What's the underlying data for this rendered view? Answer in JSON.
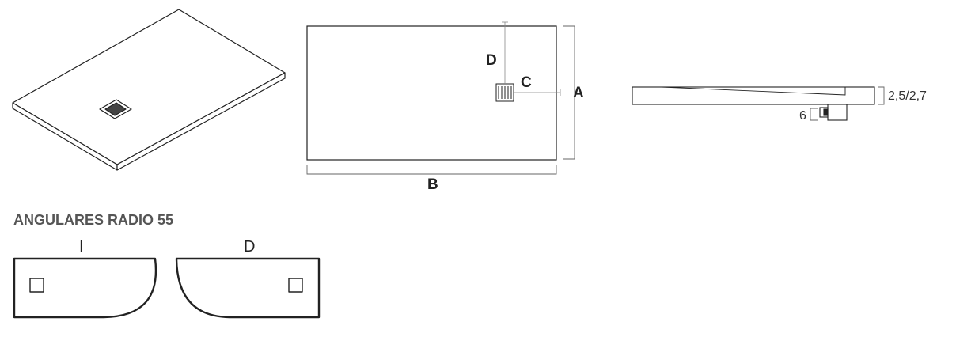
{
  "plan_view": {
    "dim_a": "A",
    "dim_b": "B",
    "dim_c": "C",
    "dim_d": "D"
  },
  "section_view": {
    "thickness": "2,5/2,7",
    "drain_offset": "6"
  },
  "corners": {
    "title": "ANGULARES RADIO 55",
    "left_label": "I",
    "right_label": "D"
  }
}
